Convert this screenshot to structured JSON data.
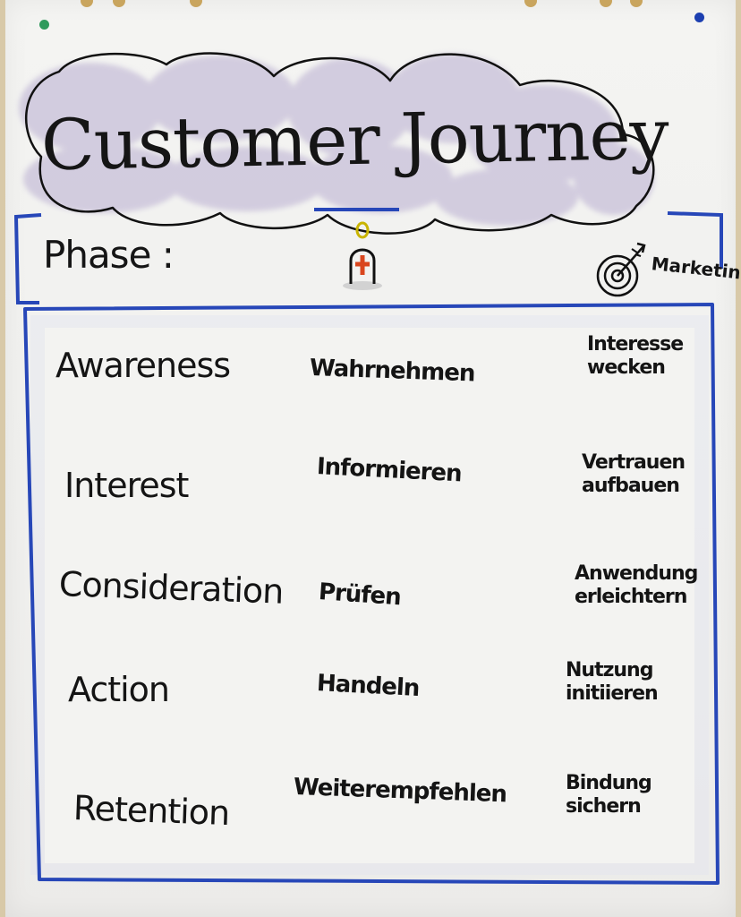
{
  "title": "Customer Journey",
  "header": {
    "phase_label": "Phase :",
    "marketing_label": "Marketing"
  },
  "phases": [
    {
      "name": "Awareness",
      "german": "Wahrnehmen",
      "marketing": "Interesse\nwecken"
    },
    {
      "name": "Interest",
      "german": "Informieren",
      "marketing": "Vertrauen\naufbauen"
    },
    {
      "name": "Consideration",
      "german": "Prüfen",
      "marketing": "Anwendung\nerleichtern"
    },
    {
      "name": "Action",
      "german": "Handeln",
      "marketing": "Nutzung\ninitiieren"
    },
    {
      "name": "Retention",
      "german": "Weiterempfehlen",
      "marketing": "Bindung\nsichern"
    }
  ],
  "colors": {
    "cloud": "#cfc8dd",
    "frame": "#2747b8",
    "ink": "#151515",
    "customer_icon_accent": "#d9461e",
    "pin_green": "#2f9a5c",
    "pin_blue": "#1c3fb0"
  },
  "icons": {
    "customer": "customer-person-icon",
    "marketing": "target-arrow-icon"
  }
}
